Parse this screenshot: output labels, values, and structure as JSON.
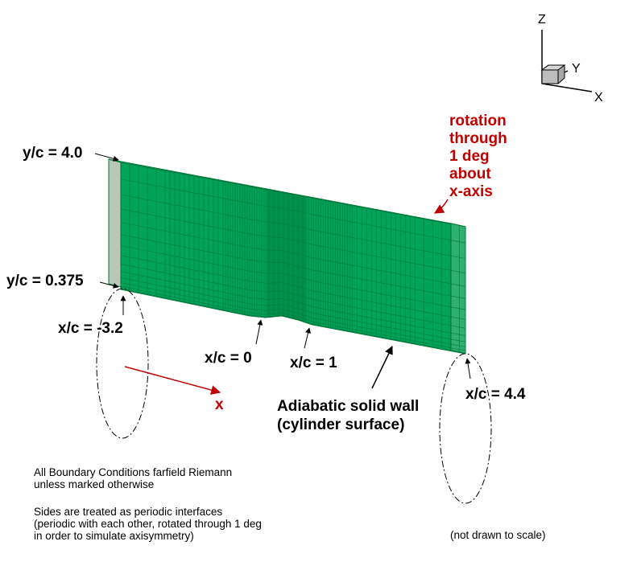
{
  "labels": {
    "y_top": "y/c = 4.0",
    "y_bottom": "y/c = 0.375",
    "x_inlet": "x/c = -3.2",
    "x_zero": "x/c = 0",
    "x_one": "x/c = 1",
    "x_outlet": "x/c = 4.4",
    "x_axis": "x",
    "wall_line1": "Adiabatic solid wall",
    "wall_line2": "(cylinder surface)"
  },
  "rotation": {
    "lines": [
      "rotation",
      "through",
      "1 deg",
      "about",
      "x-axis"
    ]
  },
  "triad": {
    "z": "Z",
    "y": "Y",
    "x": "X"
  },
  "notes": {
    "bc_line1": "All Boundary Conditions farfield Riemann",
    "bc_line2": "unless marked otherwise",
    "side_line1": "Sides are treated as periodic interfaces",
    "side_line2": "(periodic with each other, rotated through 1 deg",
    "side_line3": "in order to simulate axisymmetry)",
    "scale": "(not drawn to scale)"
  },
  "colors": {
    "mesh_fill": "#00a35a",
    "mesh_line": "#007a3d",
    "side_face": "#b8c7b8",
    "accent_red": "#c00000"
  }
}
